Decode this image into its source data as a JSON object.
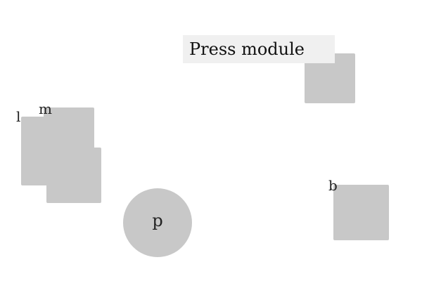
{
  "tooltip": {
    "text": "Press module"
  },
  "items": {
    "l": {
      "label": "l"
    },
    "m": {
      "label": "m"
    },
    "p": {
      "label": "p"
    },
    "b": {
      "label": "b"
    }
  },
  "colors": {
    "block_fill": "#c8c8c8",
    "tooltip_fill": "#f0f0f0",
    "text": "#222222",
    "background": "#ffffff"
  }
}
